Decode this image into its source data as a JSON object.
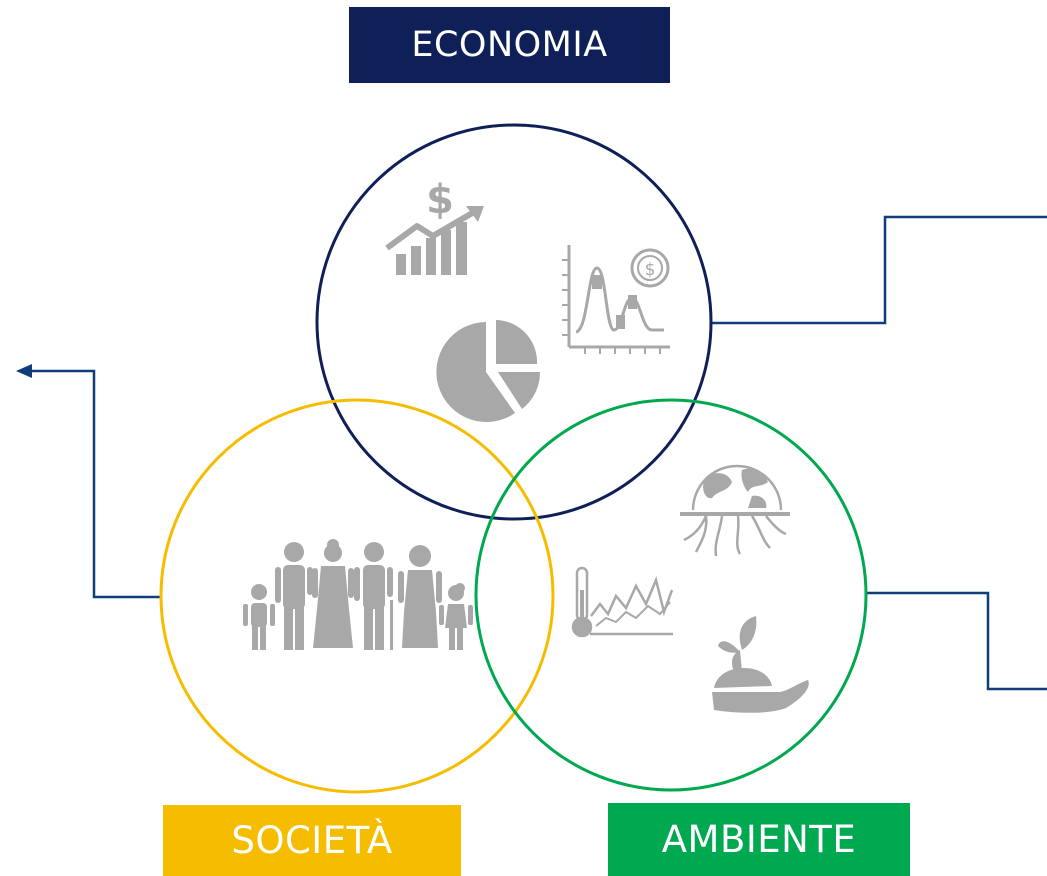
{
  "labels": {
    "economia": "ECONOMIA",
    "societa": "SOCIETÀ",
    "ambiente": "AMBIENTE"
  },
  "colors": {
    "economia": "#0f2059",
    "societa": "#f5bc00",
    "ambiente": "#00a850",
    "connector": "#0f3d7a",
    "icon": "#a8a8a8"
  },
  "icons": {
    "economia": [
      "dollar-growth-bars-icon",
      "coin-price-chart-icon",
      "pie-chart-icon"
    ],
    "societa": [
      "family-group-icon"
    ],
    "ambiente": [
      "earth-roots-icon",
      "temperature-chart-icon",
      "plant-in-hand-icon"
    ]
  }
}
